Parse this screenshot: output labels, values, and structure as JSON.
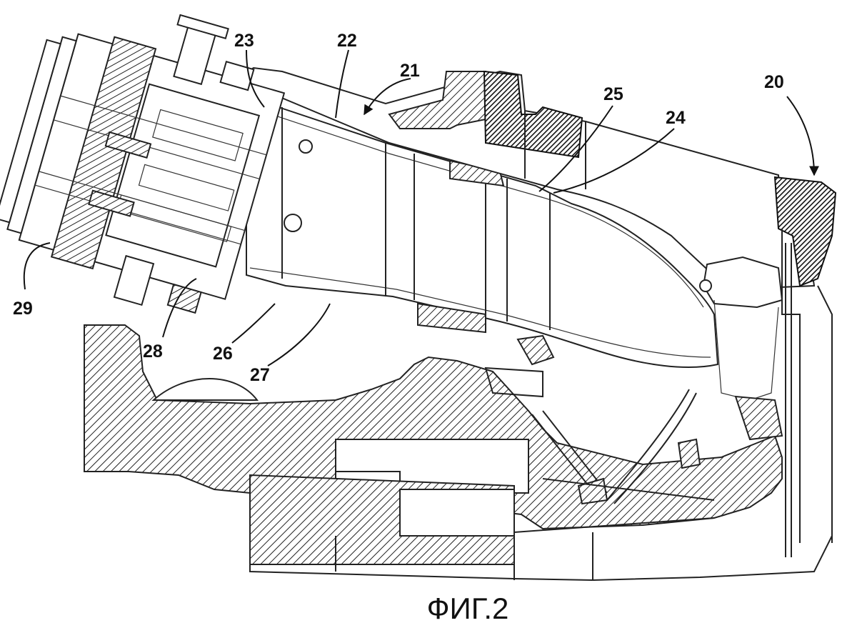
{
  "figure": {
    "caption": "ФИГ.2",
    "reference_numerals": [
      "20",
      "21",
      "22",
      "23",
      "24",
      "25",
      "26",
      "27",
      "28",
      "29"
    ]
  }
}
